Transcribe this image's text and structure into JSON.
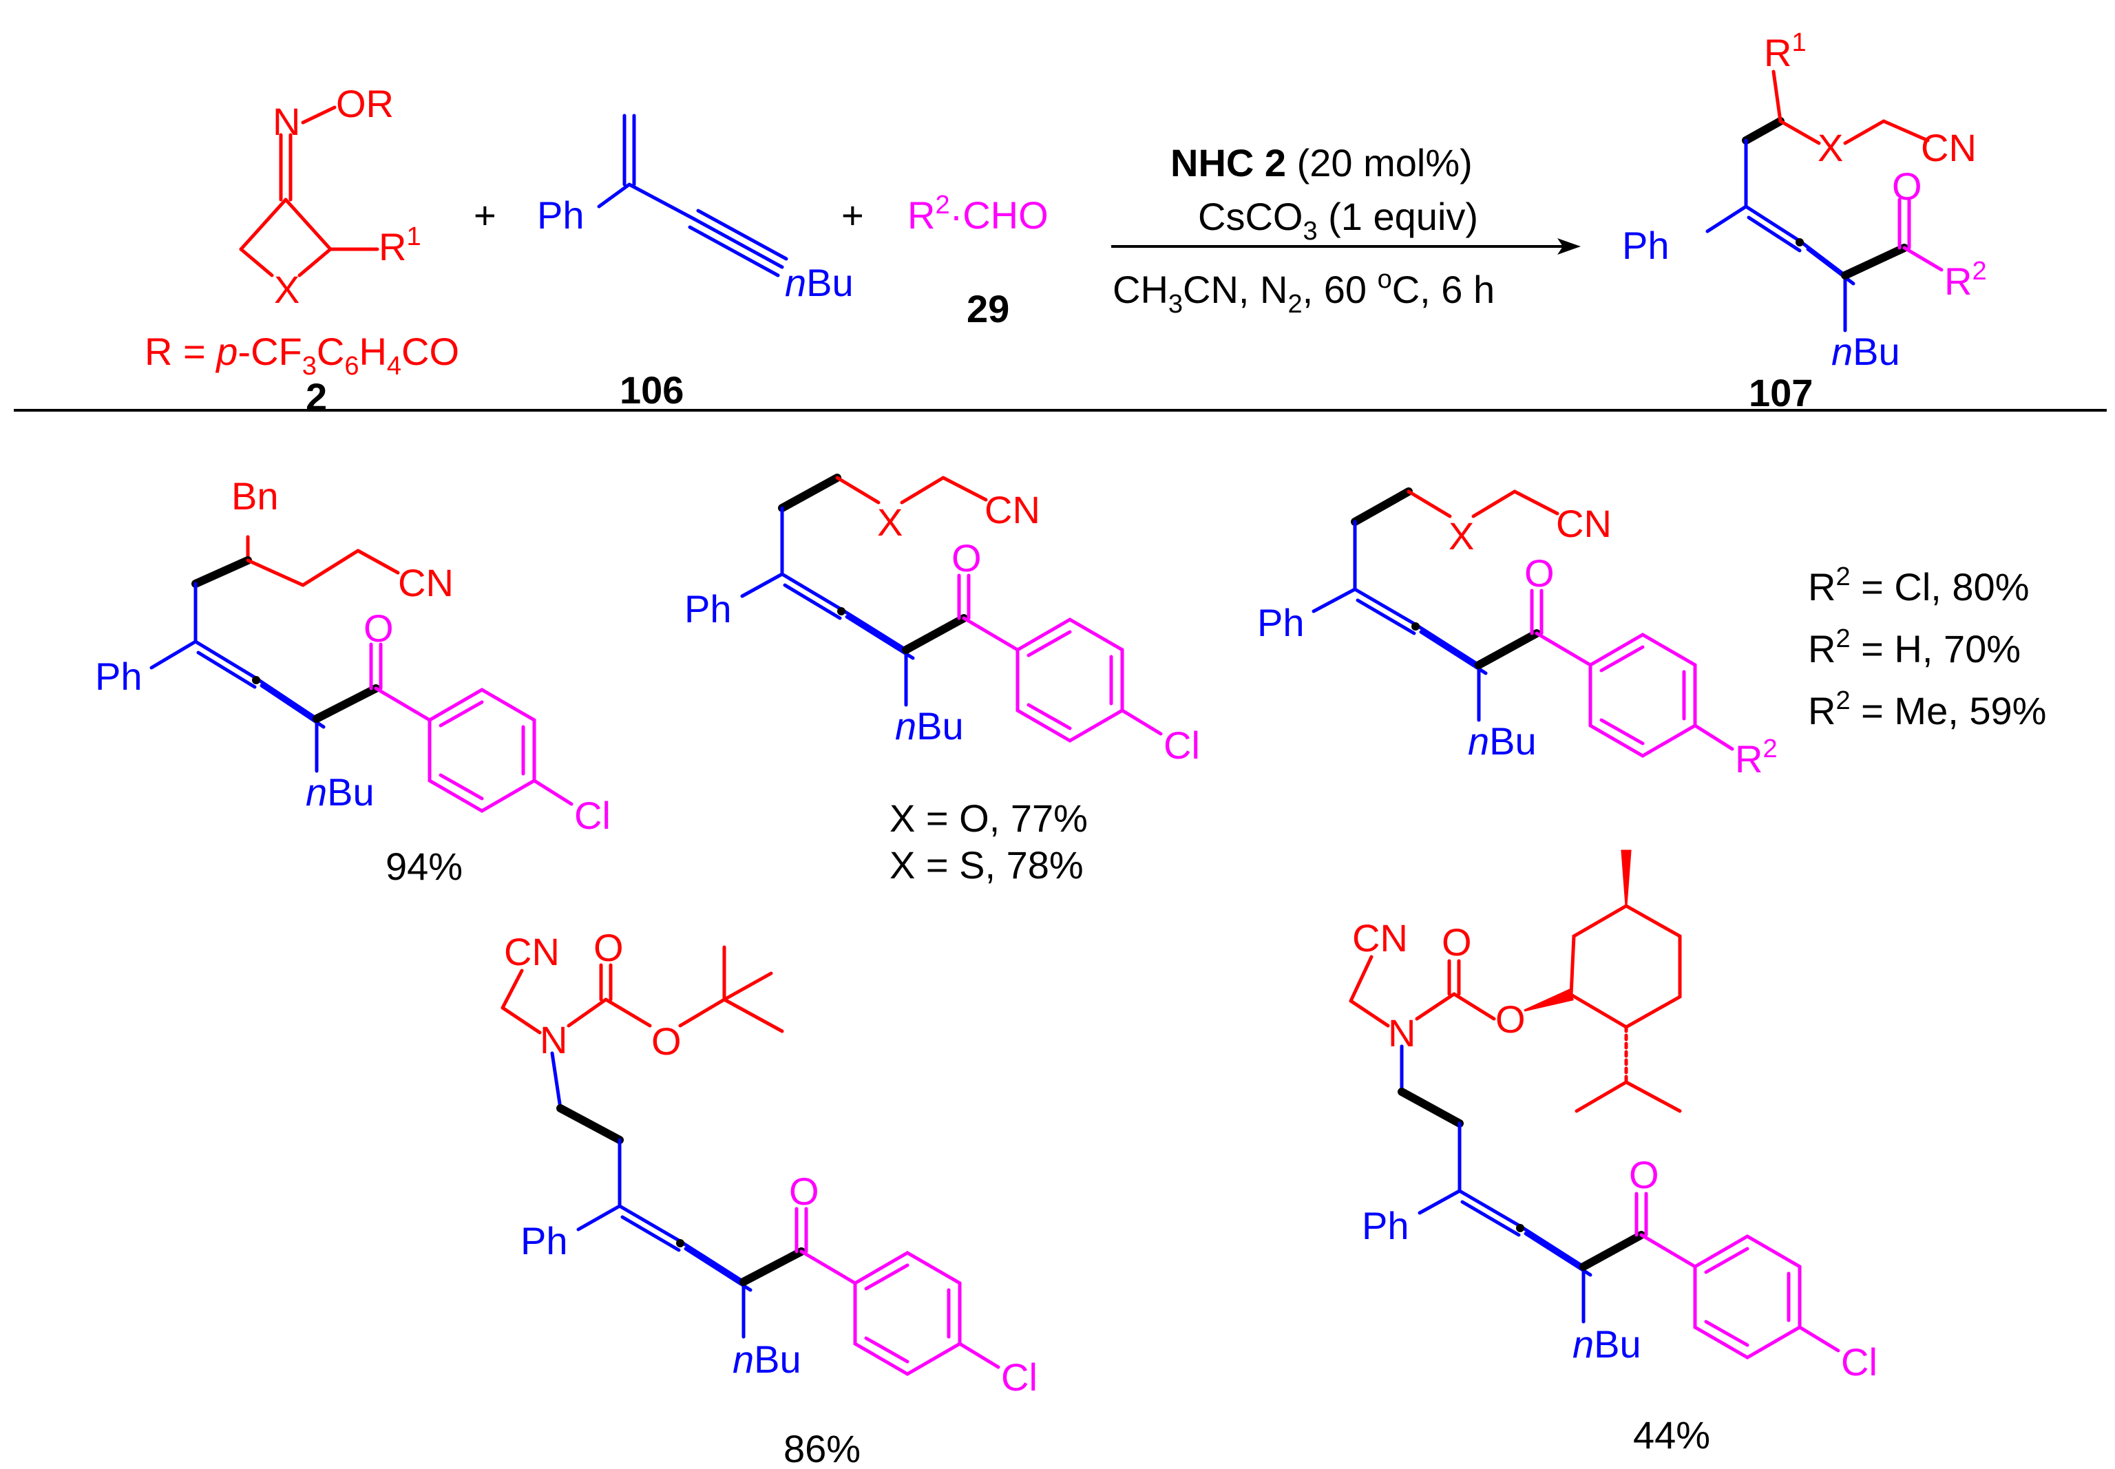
{
  "colors": {
    "red": "#ff0000",
    "blue": "#0000ff",
    "magenta": "#ff00ff",
    "black": "#000000"
  },
  "reaction": {
    "reagent_2": {
      "label": "2",
      "oxime_N": "N",
      "oxime_OR": "OR",
      "ring_X": "X",
      "r1": "R",
      "r1_sup": "1",
      "r_def_prefix": "R = ",
      "r_def_p": "p",
      "r_def_rest": "-CF",
      "r_def_sub3": "3",
      "r_def_c": "C",
      "r_def_sub6": "6",
      "r_def_h": "H",
      "r_def_sub4": "4",
      "r_def_co": "CO"
    },
    "plus_1": "+",
    "reagent_106": {
      "label": "106",
      "ph": "Ph",
      "n": "n",
      "bu": "Bu"
    },
    "plus_2": "+",
    "reagent_29": {
      "label": "29",
      "r": "R",
      "sup": "2",
      "cho": "·CHO"
    },
    "conditions": {
      "catalyst_bold": "NHC 2",
      "catalyst_rest": " (20 mol%)",
      "base": "CsCO",
      "base_sub": "3",
      "base_rest": " (1 equiv)",
      "solvent_a": "CH",
      "solvent_sub3": "3",
      "solvent_b": "CN, N",
      "solvent_sub2": "2",
      "solvent_c": ", 60 ",
      "solvent_sup": "o",
      "solvent_d": "C, 6 h"
    },
    "product_107": {
      "label": "107",
      "r1": "R",
      "r1_sup": "1",
      "x": "X",
      "cn": "CN",
      "o": "O",
      "r2": "R",
      "r2_sup": "2",
      "ph": "Ph",
      "n": "n",
      "bu": "Bu"
    }
  },
  "examples": {
    "ex1": {
      "bn": "Bn",
      "cn": "CN",
      "ph": "Ph",
      "o": "O",
      "n": "n",
      "bu": "Bu",
      "cl": "Cl",
      "yield": "94%"
    },
    "ex2": {
      "x": "X",
      "cn": "CN",
      "ph": "Ph",
      "o": "O",
      "n": "n",
      "bu": "Bu",
      "cl": "Cl",
      "yield_a": "X = O, 77%",
      "yield_b": "X = S, 78%"
    },
    "ex3": {
      "x": "X",
      "cn": "CN",
      "ph": "Ph",
      "o": "O",
      "n": "n",
      "bu": "Bu",
      "r": "R",
      "r_sup": "2",
      "yields": [
        {
          "r": "R",
          "sup": "2",
          "text": " = Cl, 80%"
        },
        {
          "r": "R",
          "sup": "2",
          "text": " = H, 70%"
        },
        {
          "r": "R",
          "sup": "2",
          "text": " = Me, 59%"
        }
      ]
    },
    "ex4": {
      "cn": "CN",
      "n_atom": "N",
      "o_carbonyl": "O",
      "o_ester": "O",
      "ph": "Ph",
      "o": "O",
      "n": "n",
      "bu": "Bu",
      "cl": "Cl",
      "yield": "86%"
    },
    "ex5": {
      "cn": "CN",
      "n_atom": "N",
      "o_carbonyl": "O",
      "o_ester": "O",
      "ph": "Ph",
      "o": "O",
      "n": "n",
      "bu": "Bu",
      "cl": "Cl",
      "yield": "44%"
    }
  }
}
